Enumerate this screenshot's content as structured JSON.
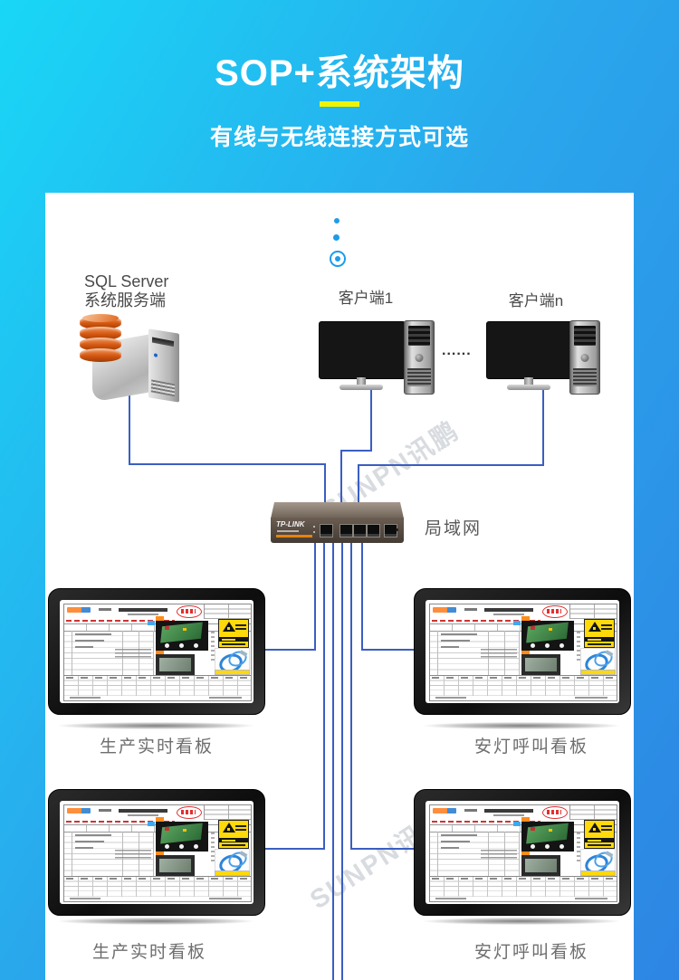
{
  "header": {
    "title": "SOP+系统架构",
    "subtitle": "有线与无线连接方式可选"
  },
  "diagram": {
    "server": {
      "name": "SQL Server",
      "role": "系统服务端"
    },
    "client1_label": "客户端1",
    "clientn_label": "客户端n",
    "ellipsis": "......",
    "router_brand": "TP-LINK",
    "lan_label": "局域网",
    "boards": [
      {
        "label": "生产实时看板"
      },
      {
        "label": "安灯呼叫看板"
      },
      {
        "label": "生产实时看板"
      },
      {
        "label": "安灯呼叫看板"
      }
    ],
    "watermark": "SUNPN讯鹏"
  },
  "colors": {
    "accent_underline": "#eef400",
    "background_gradient_start": "#19d7f6",
    "background_gradient_end": "#2d85e3",
    "connection_line": "#3a5ec2",
    "dot_blue": "#1d9ce9"
  }
}
